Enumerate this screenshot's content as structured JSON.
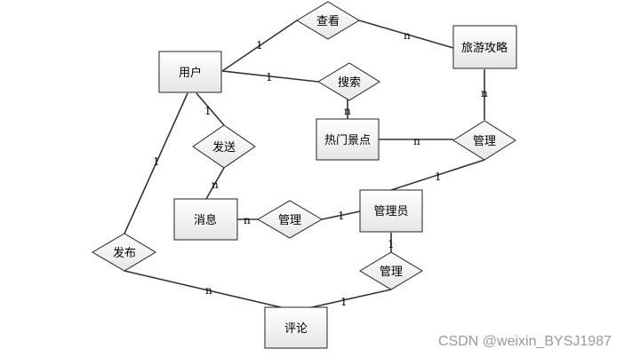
{
  "entities": {
    "user": "用户",
    "guide": "旅游攻略",
    "spot": "热门景点",
    "message": "消息",
    "admin": "管理员",
    "comment": "评论"
  },
  "relationships": {
    "view": "查看",
    "search": "搜索",
    "send": "发送",
    "post": "发布",
    "manage_guide_spot": "管理",
    "manage_message": "管理",
    "manage_comment": "管理"
  },
  "cardinalities": {
    "user_view": "1",
    "view_guide": "n",
    "user_search": "1",
    "search_spot": "n",
    "user_send": "1",
    "send_message": "n",
    "user_post": "1",
    "post_comment": "n",
    "guide_manage": "n",
    "spot_manage": "n",
    "manage_admin": "1",
    "message_manage": "n",
    "manage_admin2": "1",
    "admin_manage3": "1",
    "manage3_comment": "1"
  },
  "watermark": "CSDN @weixin_BYSJ1987"
}
